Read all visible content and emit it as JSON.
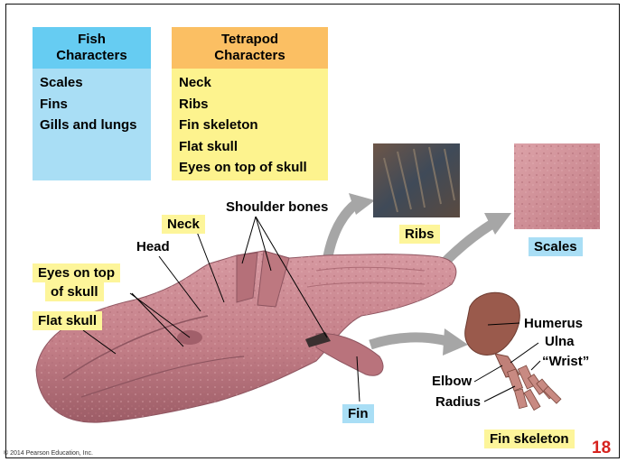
{
  "table": {
    "fish_header": [
      "Fish",
      "Characters"
    ],
    "fish_items": [
      "Scales",
      "Fins",
      "Gills and lungs"
    ],
    "tetrapod_header": [
      "Tetrapod",
      "Characters"
    ],
    "tetrapod_items": [
      "Neck",
      "Ribs",
      "Fin skeleton",
      "Flat skull",
      "Eyes on top of skull"
    ]
  },
  "labels": {
    "neck": "Neck",
    "head": "Head",
    "shoulder_bones": "Shoulder bones",
    "eyes_line1": "Eyes on top",
    "eyes_line2": "of skull",
    "flat_skull": "Flat skull",
    "ribs": "Ribs",
    "scales": "Scales",
    "fin": "Fin",
    "humerus": "Humerus",
    "ulna": "Ulna",
    "wrist": "“Wrist”",
    "elbow": "Elbow",
    "radius": "Radius",
    "fin_skeleton": "Fin skeleton"
  },
  "colors": {
    "fish_header": "#66ccf2",
    "fish_body": "#a9def5",
    "tetrapod_header": "#fbbf63",
    "tetrapod_body": "#fdf38e",
    "label_yellow": "#fdf59a",
    "label_blue": "#a9def5",
    "fossil": "#c9868e",
    "arrow_gray": "#a6a6a6",
    "page_number": "#d6231f"
  },
  "footer": {
    "copyright": "© 2014 Pearson Education, Inc.",
    "page_number": "18"
  }
}
